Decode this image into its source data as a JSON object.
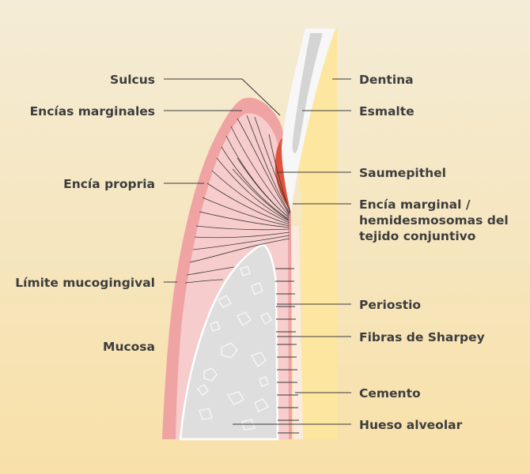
{
  "labels": {
    "sulcus": "Sulcus",
    "encias_marginales": "Encías marginales",
    "encia_propria": "Encía propria",
    "limite_mucogingival": "Límite mucogingival",
    "mucosa": "Mucosa",
    "dentina": "Dentina",
    "esmalte": "Esmalte",
    "saumepithel": "Saumepithel",
    "encia_marginal_1": "Encía marginal /",
    "encia_marginal_2": "hemidesmosomas del",
    "encia_marginal_3": "tejido conjuntivo",
    "periostio": "Periostio",
    "fibras_sharpey": "Fibras de Sharpey",
    "cemento": "Cemento",
    "hueso_alveolar": "Hueso alveolar"
  },
  "colors": {
    "background_top": "#f4ecd6",
    "background_bottom": "#f8e0a8",
    "gum_outer": "#f0a3a3",
    "gum_inner": "#f7cccc",
    "junctional_epithelium": "#e0523a",
    "bone": "#dedede",
    "bone_edge": "#ffffff",
    "enamel": "#f7f7f7",
    "enamel_core": "#d4d4d4",
    "dentin": "#fde7a0",
    "cementum": "#fbeadd",
    "fibers": "#3a3a3a",
    "label_text": "#3d3d3d"
  }
}
